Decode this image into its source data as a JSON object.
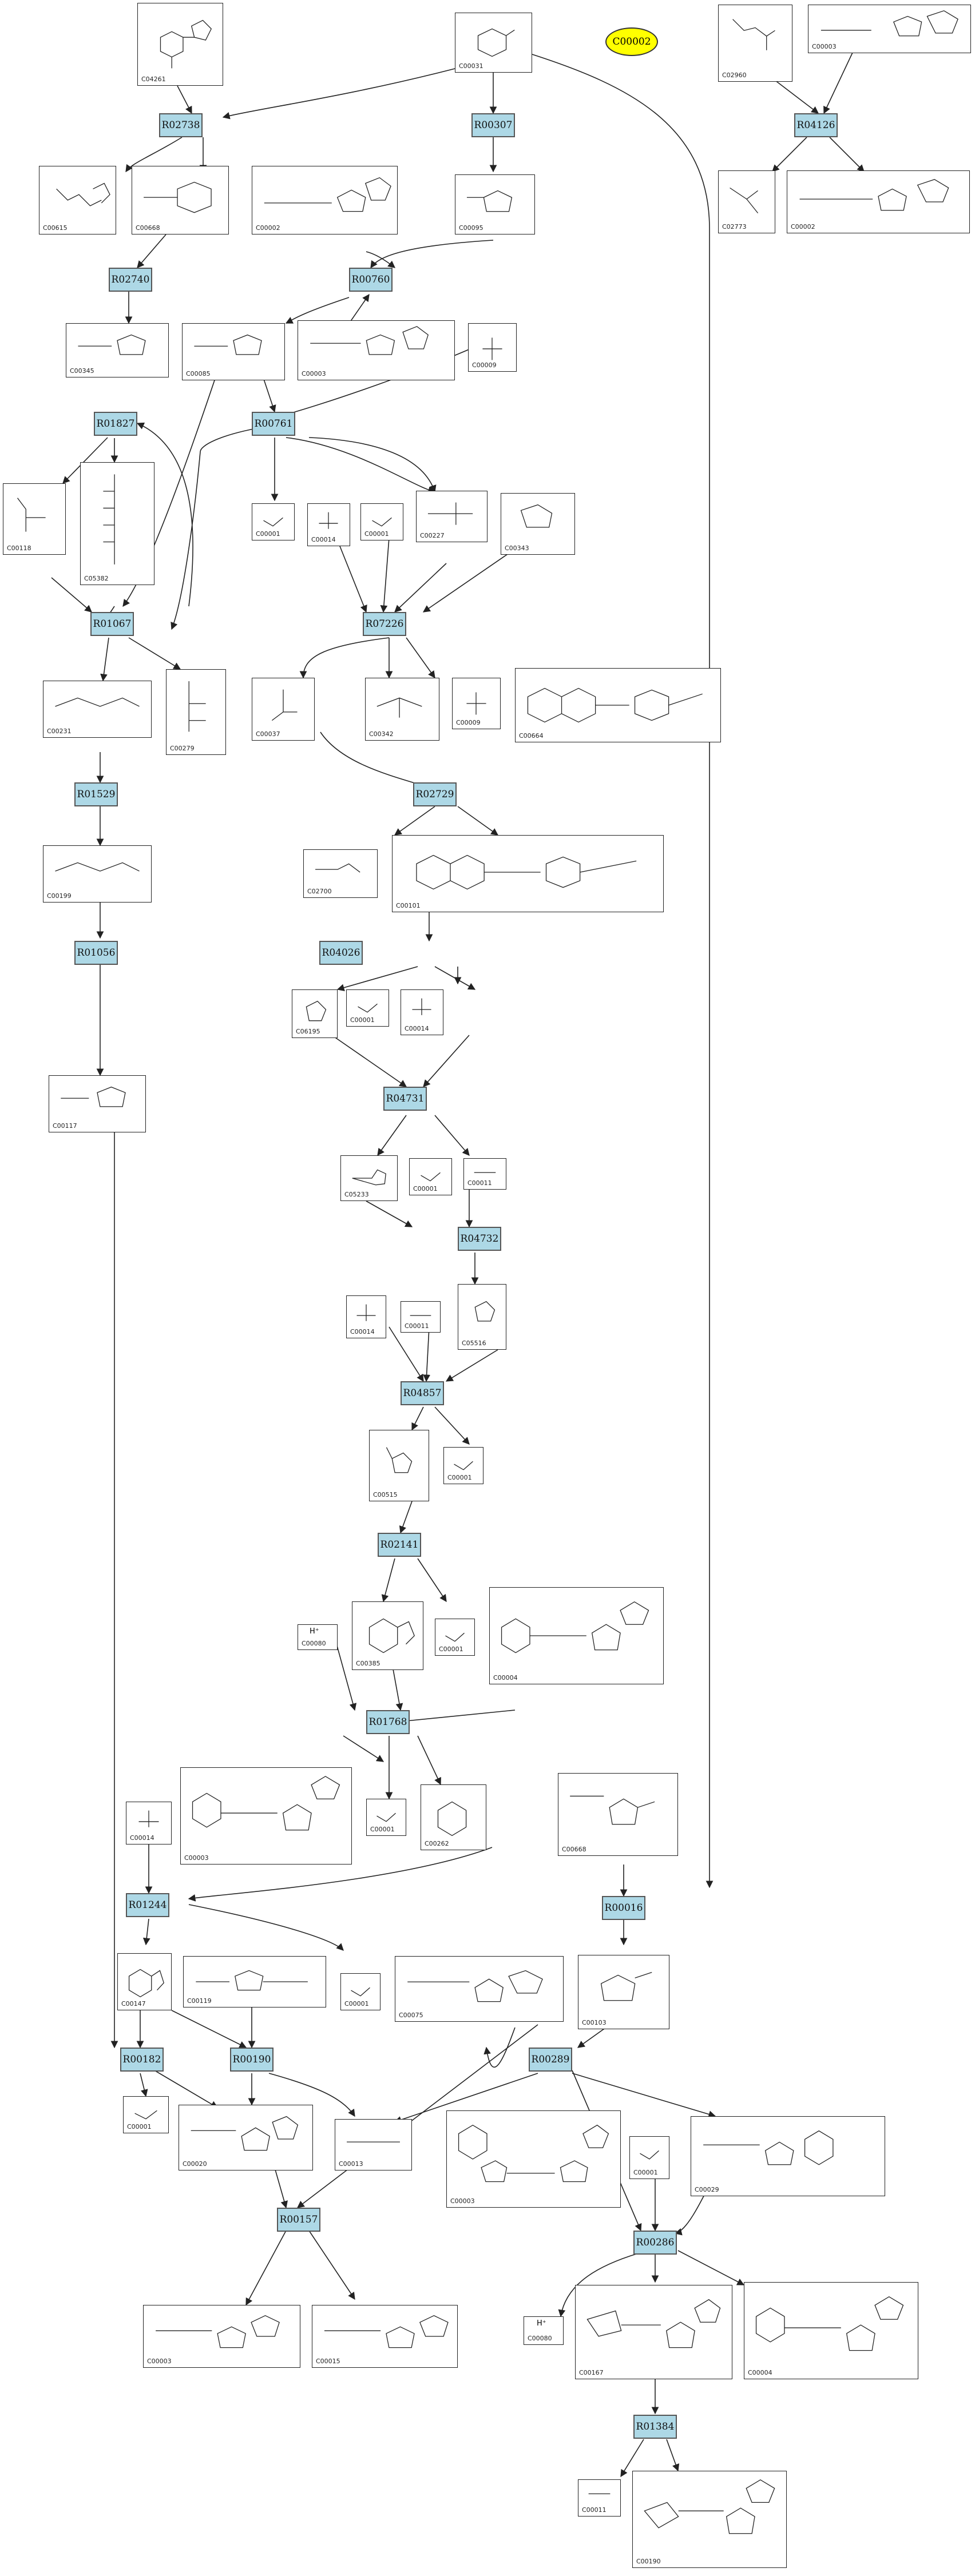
{
  "highlight": {
    "label": "C00002",
    "color": "#ffff00"
  },
  "colors": {
    "reaction": "#add8e6",
    "edge": "#222222"
  },
  "reactions": [
    "R02738",
    "R00307",
    "R04126",
    "R02740",
    "R00760",
    "R01827",
    "R00761",
    "R01067",
    "R07226",
    "R01529",
    "R02729",
    "R01056",
    "R04026",
    "R04731",
    "R04732",
    "R04857",
    "R02141",
    "R01768",
    "R01244",
    "R00016",
    "R00182",
    "R00190",
    "R00289",
    "R00286",
    "R00157",
    "R01384"
  ],
  "compounds": [
    "C04261",
    "C00031",
    "C02960",
    "C00003",
    "C00615",
    "C00668",
    "C00002",
    "C00095",
    "C02773",
    "C00002",
    "C00345",
    "C00085",
    "C00003",
    "C00009",
    "C00118",
    "C05382",
    "C00001",
    "C00014",
    "C00001",
    "C00227",
    "C00343",
    "C00231",
    "C00279",
    "C00037",
    "C00342",
    "C00009",
    "C00664",
    "C00199",
    "C02700",
    "C00101",
    "C00117",
    "C06195",
    "C00001",
    "C00014",
    "C05233",
    "C00001",
    "C00011",
    "C00014",
    "C00011",
    "C05516",
    "C00515",
    "C00001",
    "H⁺",
    "C00080",
    "C00385",
    "C00001",
    "C00004",
    "C00003",
    "C00001",
    "C00262",
    "C00668",
    "C00014",
    "C00147",
    "C00119",
    "C00001",
    "C00075",
    "C00103",
    "C00001",
    "C00020",
    "C00013",
    "C00003",
    "C00001",
    "C00029",
    "C00003",
    "C00015",
    "H⁺",
    "C00080",
    "C00167",
    "C00004",
    "C00011",
    "C00190"
  ]
}
